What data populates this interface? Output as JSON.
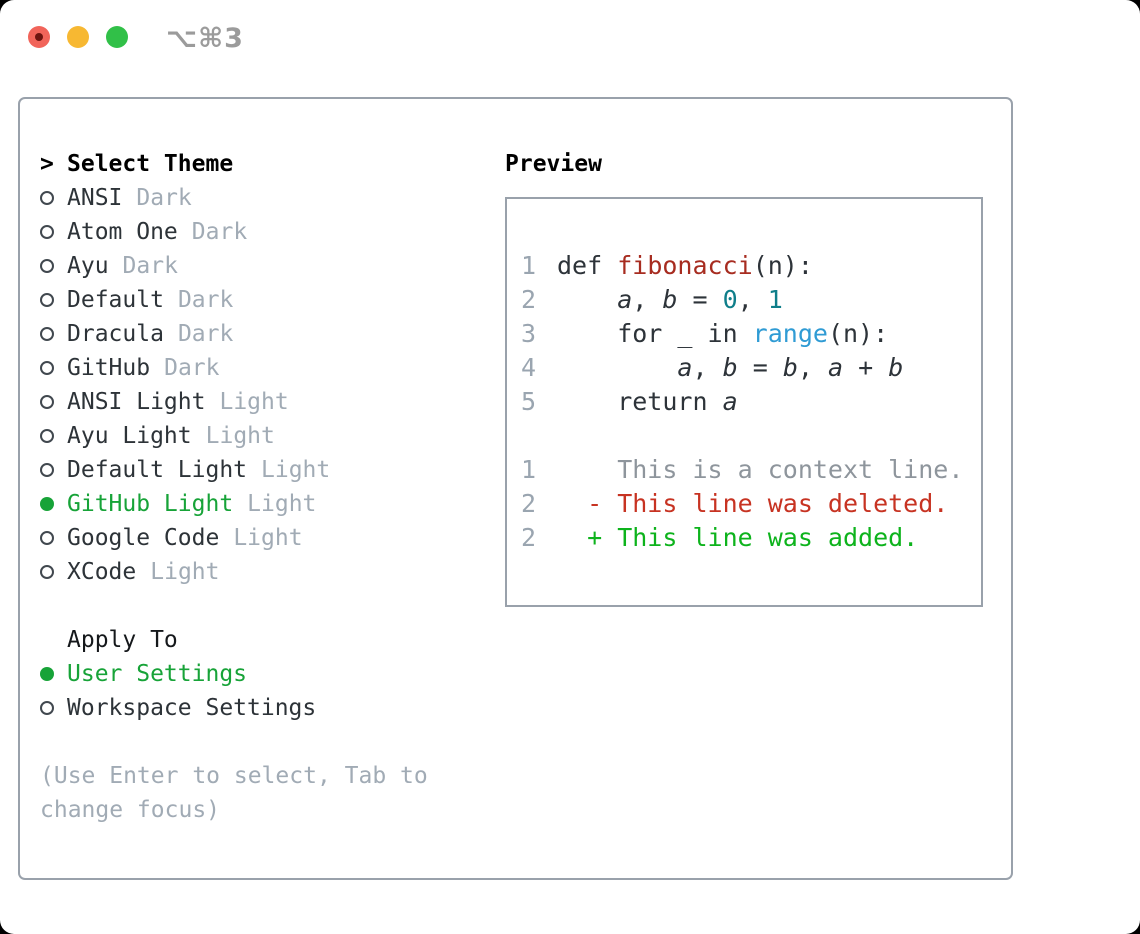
{
  "window": {
    "shortcut": "⌥⌘3",
    "traffic_lights": [
      "close",
      "minimize",
      "zoom"
    ]
  },
  "colors": {
    "accent": "#17a338",
    "border": "#99a1ab",
    "item": "#2d3338",
    "dim": "#a1abb5",
    "shortcut": "#9b9b9b",
    "traffic_red": "#f1645a",
    "traffic_red_dot": "#6d1410",
    "traffic_yellow": "#f7b832",
    "traffic_green": "#31c048",
    "code": "#2d3339",
    "fn": "#a72c20",
    "num": "#0f7e8a",
    "call": "#2f9bd4",
    "ln": "#9aa5b0",
    "ctx": "#8e959c",
    "del": "#c73322",
    "add": "#0db31c"
  },
  "theme_panel": {
    "title_prefix": ">",
    "title": "Select Theme",
    "themes": [
      {
        "name": "ANSI",
        "variant": "Dark",
        "selected": false
      },
      {
        "name": "Atom One",
        "variant": "Dark",
        "selected": false
      },
      {
        "name": "Ayu",
        "variant": "Dark",
        "selected": false
      },
      {
        "name": "Default",
        "variant": "Dark",
        "selected": false
      },
      {
        "name": "Dracula",
        "variant": "Dark",
        "selected": false
      },
      {
        "name": "GitHub",
        "variant": "Dark",
        "selected": false
      },
      {
        "name": "ANSI Light",
        "variant": "Light",
        "selected": false
      },
      {
        "name": "Ayu Light",
        "variant": "Light",
        "selected": false
      },
      {
        "name": "Default Light",
        "variant": "Light",
        "selected": false
      },
      {
        "name": "GitHub Light",
        "variant": "Light",
        "selected": true
      },
      {
        "name": "Google Code",
        "variant": "Light",
        "selected": false
      },
      {
        "name": "XCode",
        "variant": "Light",
        "selected": false
      }
    ],
    "apply_to": {
      "title": "Apply To",
      "options": [
        {
          "label": "User Settings",
          "selected": true
        },
        {
          "label": "Workspace Settings",
          "selected": false
        }
      ]
    },
    "hint": "(Use Enter to select, Tab to change focus)"
  },
  "preview": {
    "title": "Preview",
    "lines": [
      {
        "ln": "1",
        "tokens": [
          {
            "t": "def ",
            "c": "kw"
          },
          {
            "t": "fibonacci",
            "c": "fn"
          },
          {
            "t": "(n):",
            "c": "plain"
          }
        ]
      },
      {
        "ln": "2",
        "tokens": [
          {
            "t": "    ",
            "c": "plain"
          },
          {
            "t": "a",
            "c": "var"
          },
          {
            "t": ", ",
            "c": "plain"
          },
          {
            "t": "b",
            "c": "var"
          },
          {
            "t": " = ",
            "c": "plain"
          },
          {
            "t": "0",
            "c": "num"
          },
          {
            "t": ", ",
            "c": "plain"
          },
          {
            "t": "1",
            "c": "num"
          }
        ]
      },
      {
        "ln": "3",
        "tokens": [
          {
            "t": "    for _ in ",
            "c": "plain"
          },
          {
            "t": "range",
            "c": "call"
          },
          {
            "t": "(n):",
            "c": "plain"
          }
        ]
      },
      {
        "ln": "4",
        "tokens": [
          {
            "t": "        ",
            "c": "plain"
          },
          {
            "t": "a",
            "c": "var"
          },
          {
            "t": ", ",
            "c": "plain"
          },
          {
            "t": "b",
            "c": "var"
          },
          {
            "t": " = ",
            "c": "plain"
          },
          {
            "t": "b",
            "c": "var"
          },
          {
            "t": ", ",
            "c": "plain"
          },
          {
            "t": "a",
            "c": "var"
          },
          {
            "t": " + ",
            "c": "plain"
          },
          {
            "t": "b",
            "c": "var"
          }
        ]
      },
      {
        "ln": "5",
        "tokens": [
          {
            "t": "    return ",
            "c": "plain"
          },
          {
            "t": "a",
            "c": "var"
          }
        ]
      },
      {
        "ln": "",
        "tokens": []
      },
      {
        "ln": "1",
        "tokens": [
          {
            "t": "    This is a context line.",
            "c": "ctx"
          }
        ]
      },
      {
        "ln": "2",
        "tokens": [
          {
            "t": "  - This line was deleted.",
            "c": "del"
          }
        ]
      },
      {
        "ln": "2",
        "tokens": [
          {
            "t": "  + This line was added.",
            "c": "add"
          }
        ]
      }
    ]
  }
}
